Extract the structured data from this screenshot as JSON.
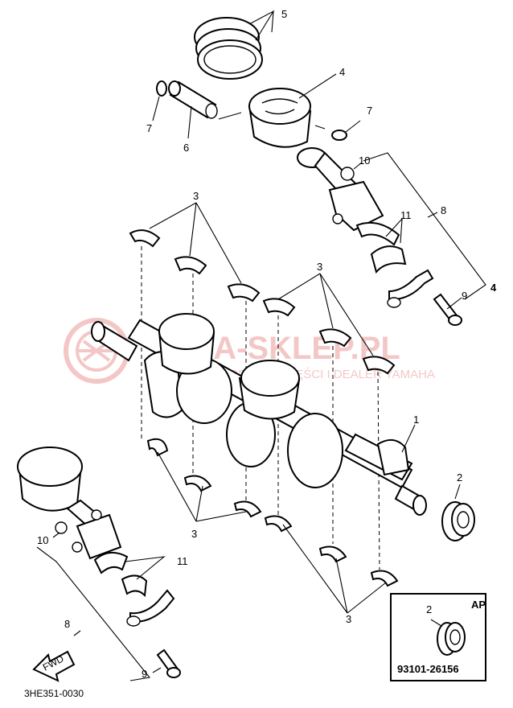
{
  "diagram": {
    "drawing_code": "3HE351-0030",
    "watermark": {
      "title": "YAMA-SKLEP.PL",
      "subtitle": "PEŁNA OFERTA CZĘŚCI I DEALER YAMAHA",
      "color": "#e06060"
    },
    "callouts": {
      "n1": "1",
      "n2": "2",
      "n3a": "3",
      "n3b": "3",
      "n3c": "3",
      "n3d": "3",
      "n4": "4",
      "n4b": "4",
      "n5": "5",
      "n6": "6",
      "n7a": "7",
      "n7b": "7",
      "n8a": "8",
      "n8b": "8",
      "n9a": "9",
      "n9b": "9",
      "n10a": "10",
      "n10b": "10",
      "n11a": "11",
      "n11b": "11"
    },
    "inset": {
      "label": "AP",
      "callout": "2",
      "part_number": "93101-26156"
    },
    "fwd_label": "FWD"
  }
}
